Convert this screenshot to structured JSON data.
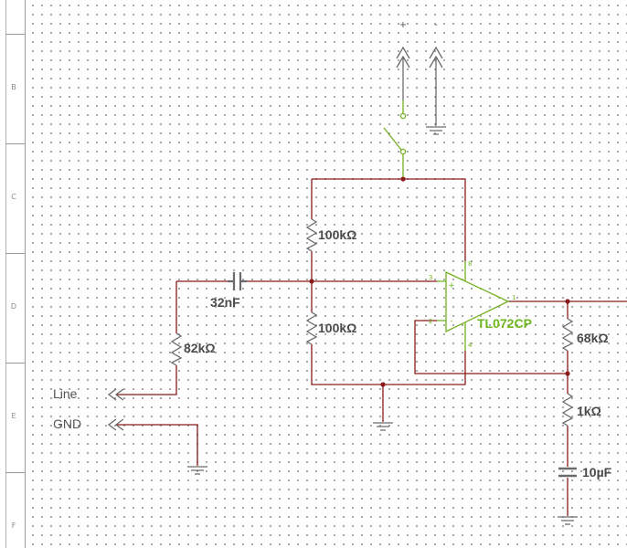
{
  "ruler": {
    "zones": [
      "B",
      "C",
      "D",
      "E",
      "F"
    ]
  },
  "supply": {
    "plus_label": "+",
    "minus_label": "-"
  },
  "resistors": [
    {
      "id": "r-top",
      "label": "100kΩ"
    },
    {
      "id": "r-bottom",
      "label": "100kΩ"
    },
    {
      "id": "r-input",
      "label": "82kΩ"
    },
    {
      "id": "r-feedback",
      "label": "68kΩ"
    },
    {
      "id": "r-gain",
      "label": "1kΩ"
    }
  ],
  "capacitors": [
    {
      "id": "c-input",
      "label": "32nF"
    },
    {
      "id": "c-gain",
      "label": "10µF"
    }
  ],
  "opamp": {
    "label": "TL072CP",
    "plus_sign": "+",
    "minus_sign": "-",
    "pins": {
      "out": "1",
      "inv": "2",
      "noninv": "3",
      "vminus": "4",
      "vplus": "8"
    }
  },
  "ports": {
    "line": "Line",
    "gnd": "GND"
  },
  "colors": {
    "wire": "#8b1a1a",
    "part": "#6a6a6a",
    "opamp": "#72b01d",
    "grid": "#9a9a9a"
  }
}
